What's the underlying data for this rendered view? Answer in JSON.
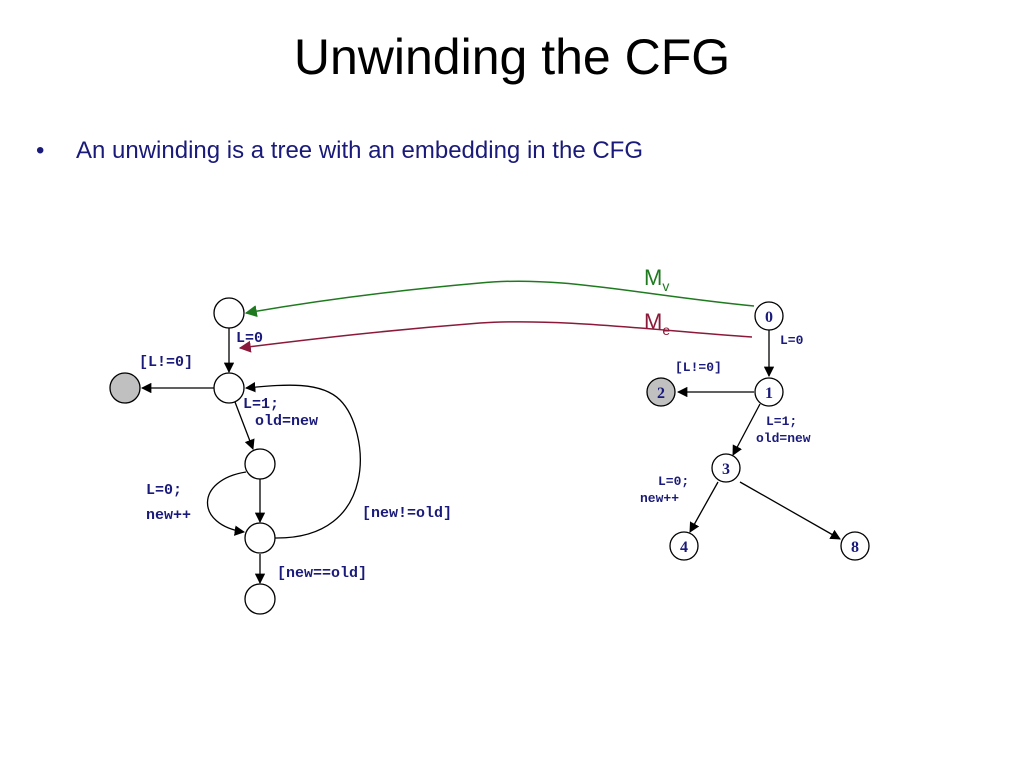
{
  "slide": {
    "title": "Unwinding the CFG",
    "bullet_marker": "•",
    "bullet": "An unwinding is a tree with an embedding in the CFG"
  },
  "colors": {
    "text_navy": "#1a1a7a",
    "mv_green": "#1f7a1f",
    "me_crimson": "#8b1a3a",
    "covered_node": "#c0c0c0"
  },
  "cfg": {
    "edge_labels": {
      "init": "L=0",
      "exit": "[L!=0]",
      "assign_line1": "L=1;",
      "assign_line2": "old=new",
      "inner_line1": "L=0;",
      "inner_line2": "new++",
      "loop_back": "[new!=old]",
      "finish": "[new==old]"
    }
  },
  "unwinding": {
    "nodes": {
      "n0": "0",
      "n1": "1",
      "n2": "2",
      "n3": "3",
      "n4": "4",
      "n8": "8"
    },
    "edge_labels": {
      "init": "L=0",
      "exit": "[L!=0]",
      "assign_line1": "L=1;",
      "assign_line2": "old=new",
      "inner_line1": "L=0;",
      "inner_line2": "new++"
    }
  },
  "maps": {
    "mv_main": "M",
    "mv_sub": "v",
    "me_main": "M",
    "me_sub": "e"
  }
}
